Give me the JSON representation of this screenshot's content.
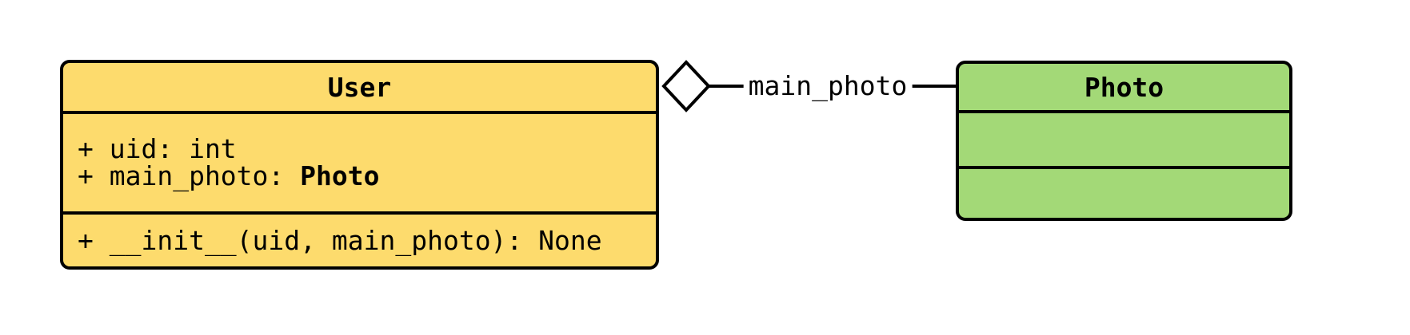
{
  "diagram": {
    "type": "uml-class-diagram",
    "background": "#ffffff",
    "stroke_color": "#000000",
    "classes": [
      {
        "name": "User",
        "fill": "#fddb6d",
        "attributes": [
          {
            "text": "+ uid: int",
            "type": ""
          },
          {
            "text": "+ main_photo: ",
            "type": "Photo"
          }
        ],
        "methods": [
          "+ __init__(uid, main_photo): None"
        ]
      },
      {
        "name": "Photo",
        "fill": "#a3d977",
        "attributes": [],
        "methods": []
      }
    ],
    "relationship": {
      "kind": "aggregation",
      "diamond": "hollow",
      "owner": "User",
      "target": "Photo",
      "label": "main_photo"
    }
  }
}
